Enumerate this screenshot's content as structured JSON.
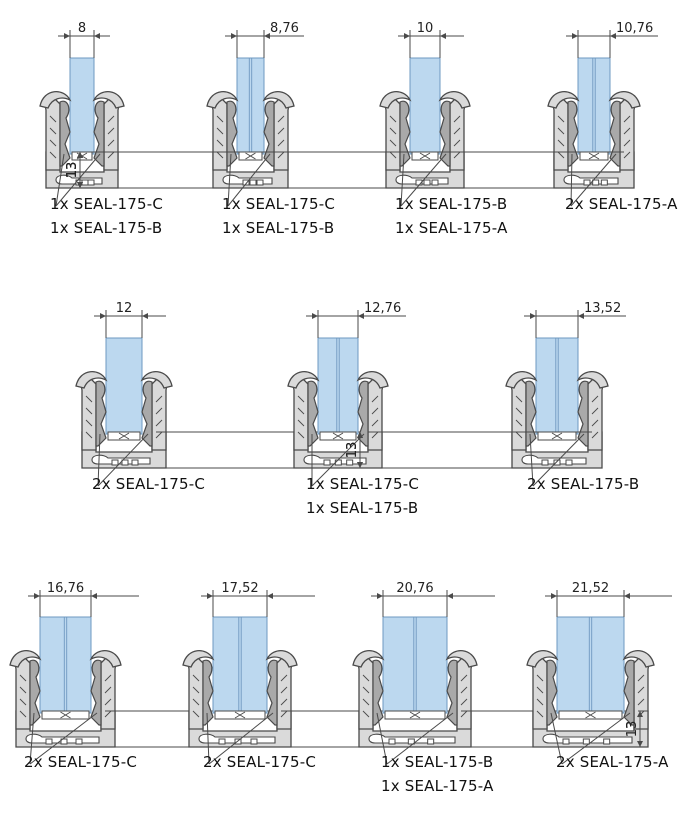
{
  "height_label": "13",
  "colors": {
    "glass": "#bcd8ef",
    "glass_edge": "#6e98c0",
    "profile": "#dadada",
    "seal": "#a9a9a9",
    "line": "#4a4a4a"
  },
  "figures": [
    {
      "width": "8",
      "lines": [
        "1x  SEAL-175-C",
        "1x  SEAL-175-B"
      ],
      "laminated": false
    },
    {
      "width": "8,76",
      "lines": [
        "1x  SEAL-175-C",
        "1x  SEAL-175-B"
      ],
      "laminated": true
    },
    {
      "width": "10",
      "lines": [
        "1x  SEAL-175-B",
        "1x  SEAL-175-A"
      ],
      "laminated": false
    },
    {
      "width": "10,76",
      "lines": [
        "2x  SEAL-175-A"
      ],
      "laminated": true
    },
    {
      "width": "12",
      "lines": [
        "2x  SEAL-175-C"
      ],
      "laminated": false
    },
    {
      "width": "12,76",
      "lines": [
        "1x  SEAL-175-C",
        "1x  SEAL-175-B"
      ],
      "laminated": true
    },
    {
      "width": "13,52",
      "lines": [
        "2x  SEAL-175-B"
      ],
      "laminated": true
    },
    {
      "width": "16,76",
      "lines": [
        "2x  SEAL-175-C"
      ],
      "laminated": true
    },
    {
      "width": "17,52",
      "lines": [
        "2x  SEAL-175-C"
      ],
      "laminated": true
    },
    {
      "width": "20,76",
      "lines": [
        "1x  SEAL-175-B",
        "1x  SEAL-175-A"
      ],
      "laminated": true
    },
    {
      "width": "21,52",
      "lines": [
        "2x SEAL-175-A"
      ],
      "laminated": true
    }
  ]
}
